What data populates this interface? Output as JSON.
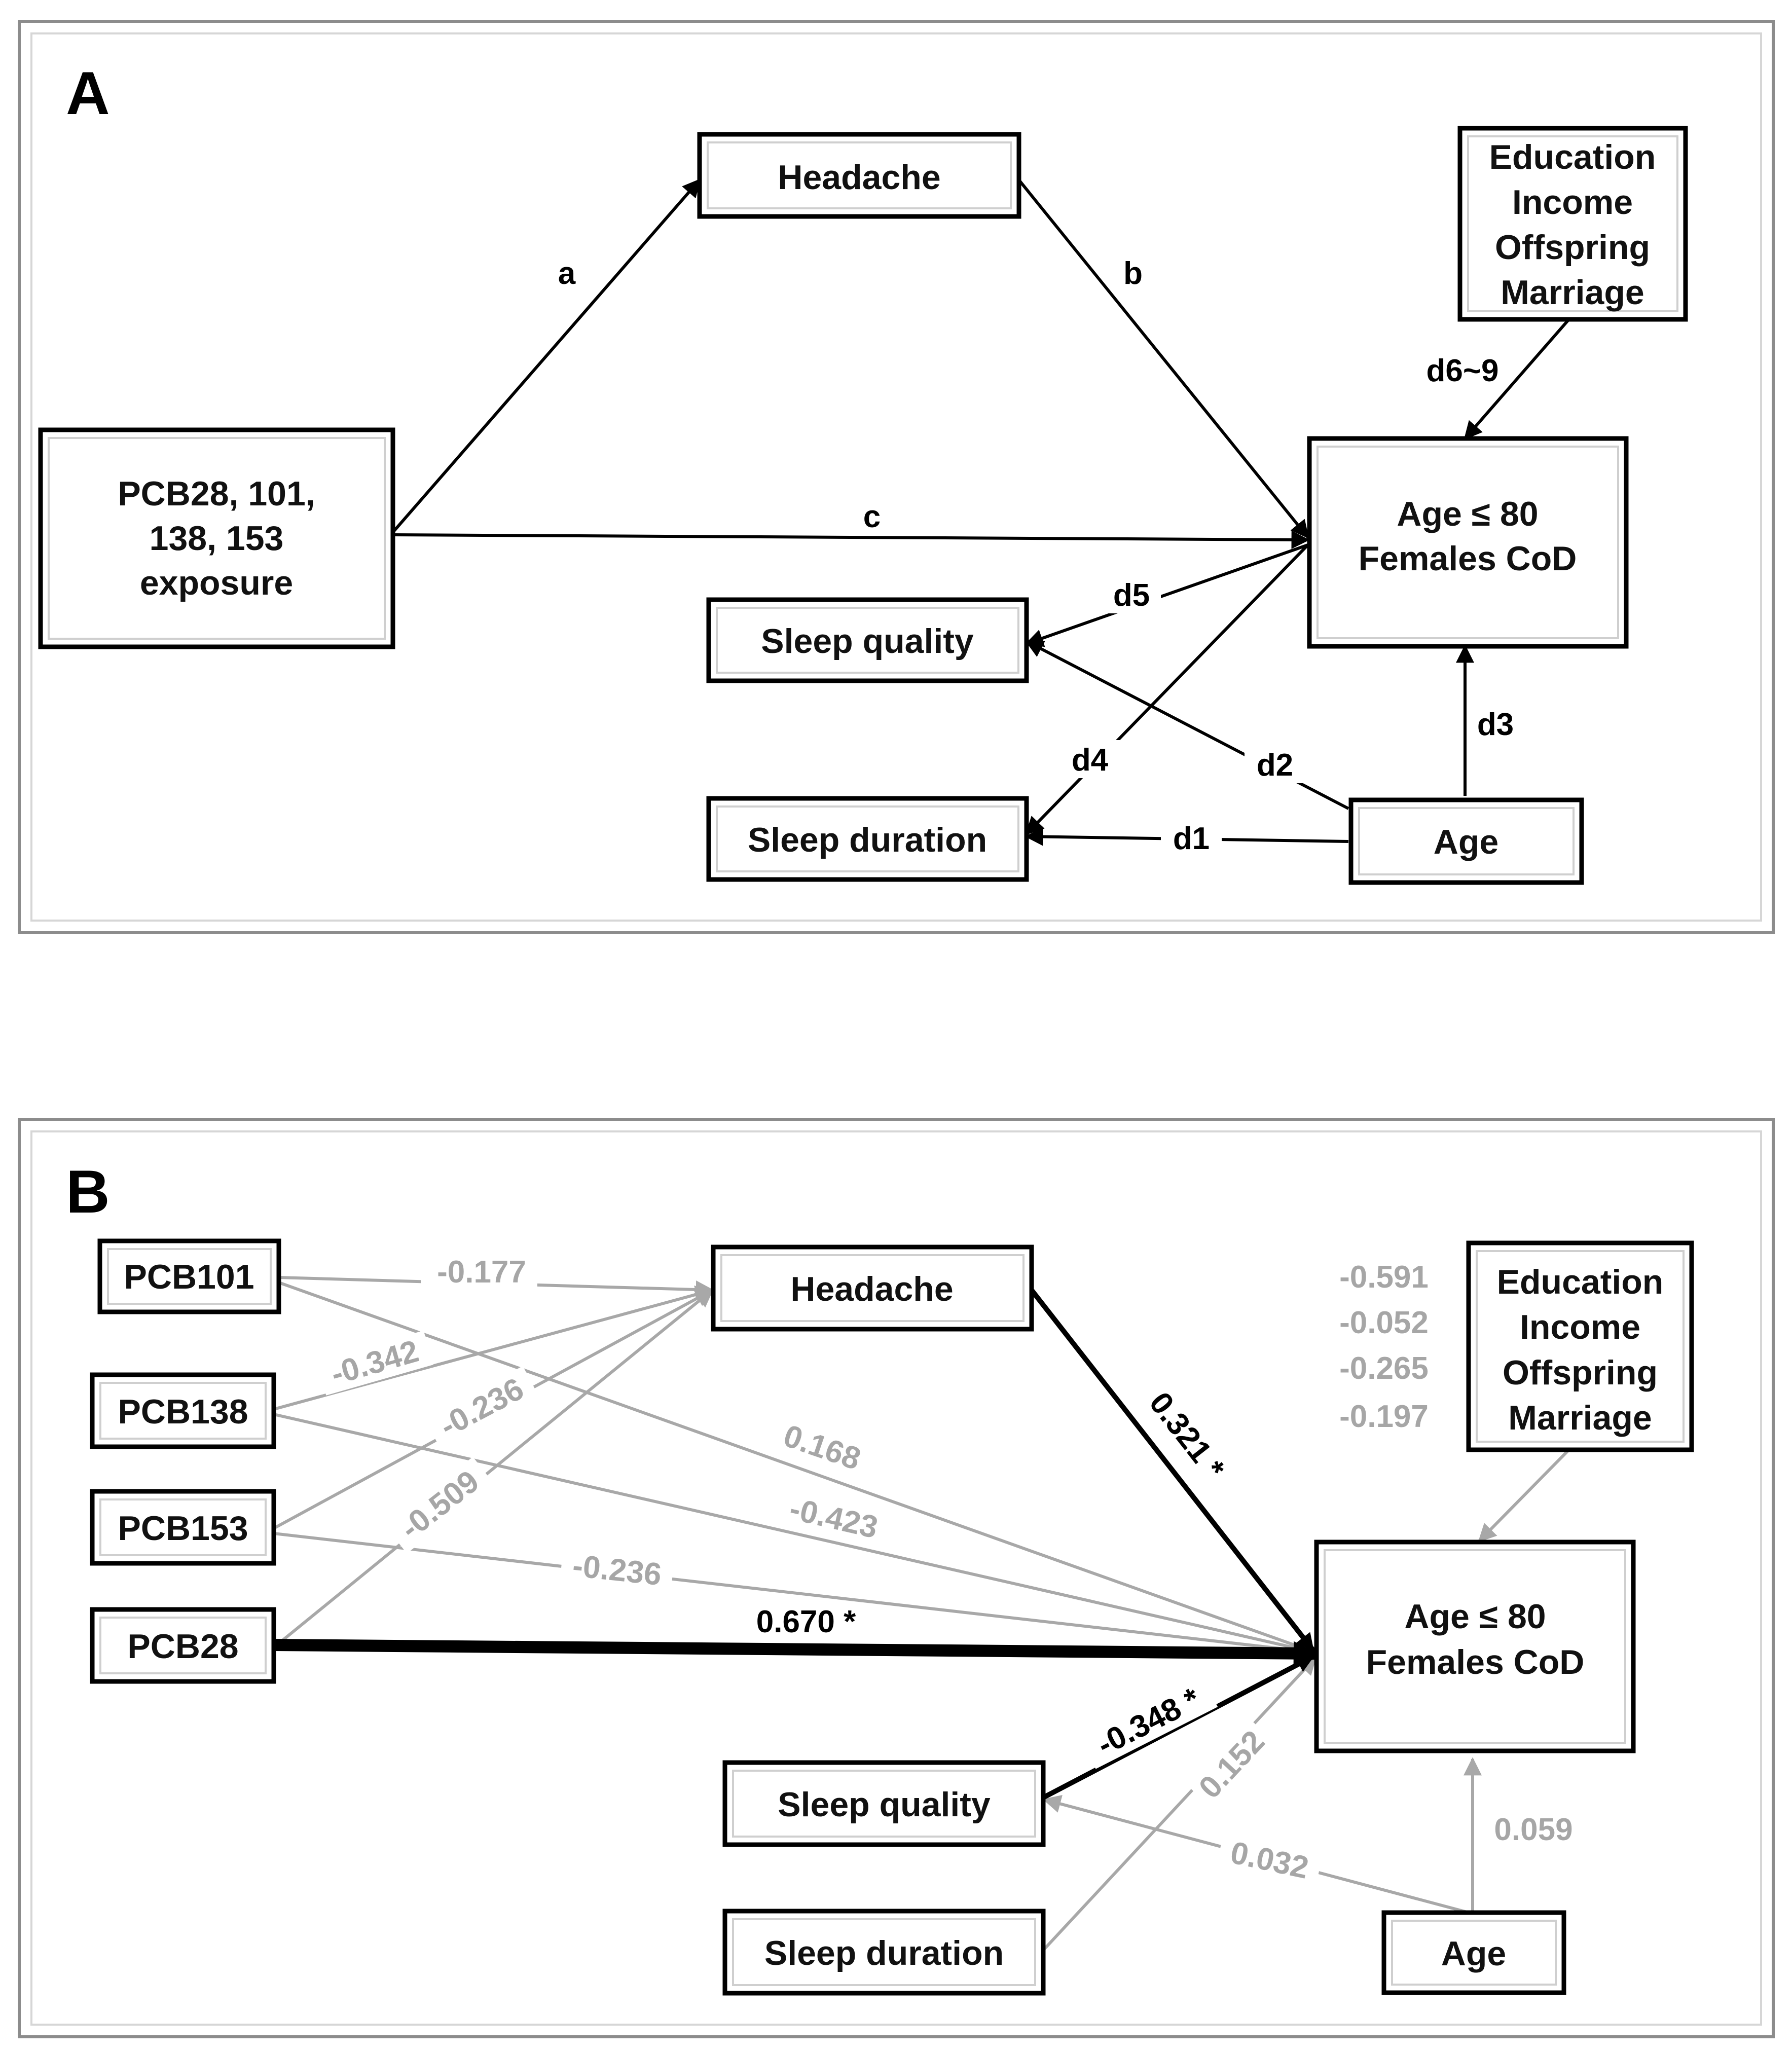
{
  "panelA": {
    "letter": "A",
    "nodes": {
      "headache": [
        "Headache"
      ],
      "exposure": [
        "PCB28, 101,",
        "138, 153",
        "exposure"
      ],
      "covariates": [
        "Education",
        "Income",
        "Offspring",
        "Marriage"
      ],
      "outcome": [
        "Age ≤ 80",
        "Females CoD"
      ],
      "sleep_quality": [
        "Sleep quality"
      ],
      "sleep_duration": [
        "Sleep duration"
      ],
      "age": [
        "Age"
      ]
    },
    "edges": {
      "a": "a",
      "b": "b",
      "c": "c",
      "d1": "d1",
      "d2": "d2",
      "d3": "d3",
      "d4": "d4",
      "d5": "d5",
      "d6_9": "d6~9"
    }
  },
  "panelB": {
    "letter": "B",
    "nodes": {
      "pcb101": [
        "PCB101"
      ],
      "pcb138": [
        "PCB138"
      ],
      "pcb153": [
        "PCB153"
      ],
      "pcb28": [
        "PCB28"
      ],
      "headache": [
        "Headache"
      ],
      "covariates": [
        "Education",
        "Income",
        "Offspring",
        "Marriage"
      ],
      "outcome": [
        "Age ≤ 80",
        "Females CoD"
      ],
      "sleep_quality": [
        "Sleep quality"
      ],
      "sleep_duration": [
        "Sleep duration"
      ],
      "age": [
        "Age"
      ]
    },
    "coefficients": {
      "pcb101_headache": "-0.177",
      "pcb138_headache": "-0.342",
      "pcb153_headache": "-0.236",
      "pcb28_headache": "-0.509",
      "pcb101_outcome": "0.168",
      "pcb138_outcome": "-0.423",
      "pcb153_outcome": "-0.236",
      "pcb28_outcome": "0.670 *",
      "headache_outcome": "0.321 *",
      "sleep_quality_outcome": "-0.348 *",
      "sleep_duration_outcome": "0.152",
      "age_sleep_quality": "0.032",
      "age_outcome": "0.059",
      "covariates": [
        "-0.591",
        "-0.052",
        "-0.265",
        "-0.197"
      ]
    },
    "colors": {
      "significant": "#000000",
      "nonsignificant": "#a6a6a6"
    }
  }
}
